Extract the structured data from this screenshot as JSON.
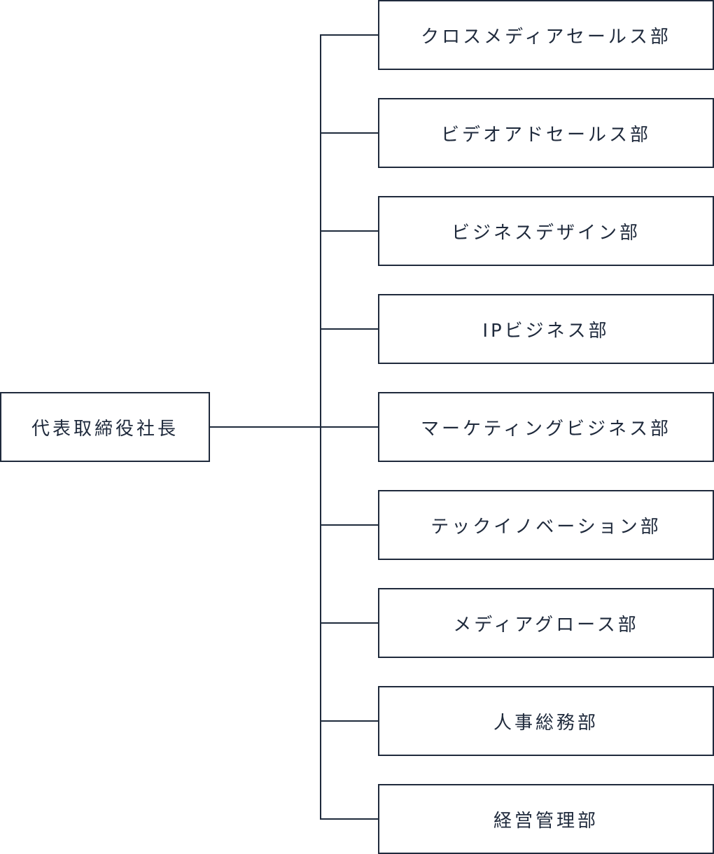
{
  "root": {
    "label": "代表取締役社長"
  },
  "departments": [
    {
      "label": "クロスメディアセールス部"
    },
    {
      "label": "ビデオアドセールス部"
    },
    {
      "label": "ビジネスデザイン部"
    },
    {
      "label": "IPビジネス部"
    },
    {
      "label": "マーケティングビジネス部"
    },
    {
      "label": "テックイノベーション部"
    },
    {
      "label": "メディアグロース部"
    },
    {
      "label": "人事総務部"
    },
    {
      "label": "経営管理部"
    }
  ],
  "colors": {
    "line": "#1f2a3c",
    "text": "#1f2a3c",
    "background": "#ffffff"
  }
}
